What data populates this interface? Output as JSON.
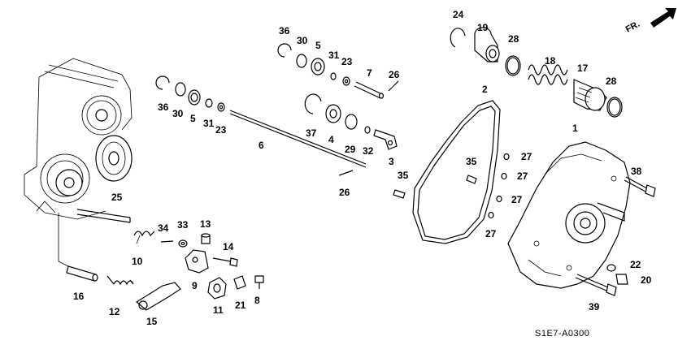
{
  "diagram": {
    "code": "S1E7-A0300",
    "direction_label": "FR.",
    "labels": [
      {
        "id": "1",
        "text": "1"
      },
      {
        "id": "2",
        "text": "2"
      },
      {
        "id": "3",
        "text": "3"
      },
      {
        "id": "4",
        "text": "4"
      },
      {
        "id": "5a",
        "text": "5"
      },
      {
        "id": "5b",
        "text": "5"
      },
      {
        "id": "6",
        "text": "6"
      },
      {
        "id": "7",
        "text": "7"
      },
      {
        "id": "8",
        "text": "8"
      },
      {
        "id": "9",
        "text": "9"
      },
      {
        "id": "10",
        "text": "10"
      },
      {
        "id": "11",
        "text": "11"
      },
      {
        "id": "12",
        "text": "12"
      },
      {
        "id": "13",
        "text": "13"
      },
      {
        "id": "14",
        "text": "14"
      },
      {
        "id": "15",
        "text": "15"
      },
      {
        "id": "16",
        "text": "16"
      },
      {
        "id": "17",
        "text": "17"
      },
      {
        "id": "18",
        "text": "18"
      },
      {
        "id": "19",
        "text": "19"
      },
      {
        "id": "20",
        "text": "20"
      },
      {
        "id": "21",
        "text": "21"
      },
      {
        "id": "22",
        "text": "22"
      },
      {
        "id": "23a",
        "text": "23"
      },
      {
        "id": "23b",
        "text": "23"
      },
      {
        "id": "24",
        "text": "24"
      },
      {
        "id": "25",
        "text": "25"
      },
      {
        "id": "26a",
        "text": "26"
      },
      {
        "id": "26b",
        "text": "26"
      },
      {
        "id": "27a",
        "text": "27"
      },
      {
        "id": "27b",
        "text": "27"
      },
      {
        "id": "27c",
        "text": "27"
      },
      {
        "id": "27d",
        "text": "27"
      },
      {
        "id": "28a",
        "text": "28"
      },
      {
        "id": "28b",
        "text": "28"
      },
      {
        "id": "29",
        "text": "29"
      },
      {
        "id": "30a",
        "text": "30"
      },
      {
        "id": "30b",
        "text": "30"
      },
      {
        "id": "31a",
        "text": "31"
      },
      {
        "id": "31b",
        "text": "31"
      },
      {
        "id": "32",
        "text": "32"
      },
      {
        "id": "33",
        "text": "33"
      },
      {
        "id": "34",
        "text": "34"
      },
      {
        "id": "35a",
        "text": "35"
      },
      {
        "id": "35b",
        "text": "35"
      },
      {
        "id": "36a",
        "text": "36"
      },
      {
        "id": "36b",
        "text": "36"
      },
      {
        "id": "37",
        "text": "37"
      },
      {
        "id": "38",
        "text": "38"
      },
      {
        "id": "39",
        "text": "39"
      }
    ]
  }
}
